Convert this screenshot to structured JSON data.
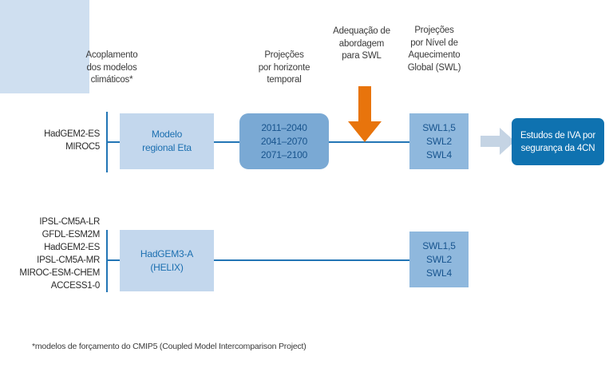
{
  "diagram": {
    "title": "Fluxo de projecoes climaticas para estudos de IVA da 4CN",
    "background_color": "#ffffff",
    "colors": {
      "line_blue": "#2275b5",
      "box_light_blue": "#c3d7ed",
      "box_medium_blue": "#7aa9d4",
      "box_swl_blue": "#8fb8dd",
      "swl_container_blue": "#cfdff0",
      "box_dark_blue": "#0f72b0",
      "arrow_orange": "#e8740c",
      "arrow_gray_blue": "#c5d4e4",
      "text_dark": "#333333",
      "text_blue": "#1b6fb0"
    }
  },
  "captions": {
    "coupling": "Acoplamento\ndos modelos\nclimáticos*",
    "horizon": "Projeções\npor horizonte\ntemporal",
    "swl_adequacy": "Adequação de\nabordagem\npara SWL",
    "global_warming_level": "Projeções\npor Nível de\nAquecimento\nGlobal (SWL)"
  },
  "top_row": {
    "input_models": [
      "HadGEM2-ES",
      "MIROC5"
    ],
    "regional_model_box": [
      "Modelo",
      "regional Eta"
    ],
    "horizon_box": [
      "2011–2040",
      "2041–2070",
      "2071–2100"
    ],
    "swl_box": [
      "SWL1,5",
      "SWL2",
      "SWL4"
    ],
    "final_box": [
      "Estudos de IVA por",
      "segurança da 4CN"
    ]
  },
  "bottom_row": {
    "input_models": [
      "IPSL-CM5A-LR",
      "GFDL-ESM2M",
      "HadGEM2-ES",
      "IPSL-CM5A-MR",
      "MIROC-ESM-CHEM",
      "ACCESS1-0"
    ],
    "model_box": [
      "HadGEM3-A",
      "(HELIX)"
    ],
    "swl_box": [
      "SWL1,5",
      "SWL2",
      "SWL4"
    ]
  },
  "icons": {
    "down_arrow": "arrow-down-icon",
    "right_arrow": "arrow-right-icon"
  },
  "footnote": "*modelos de forçamento do CMIP5 (Coupled Model Intercomparison Project)"
}
